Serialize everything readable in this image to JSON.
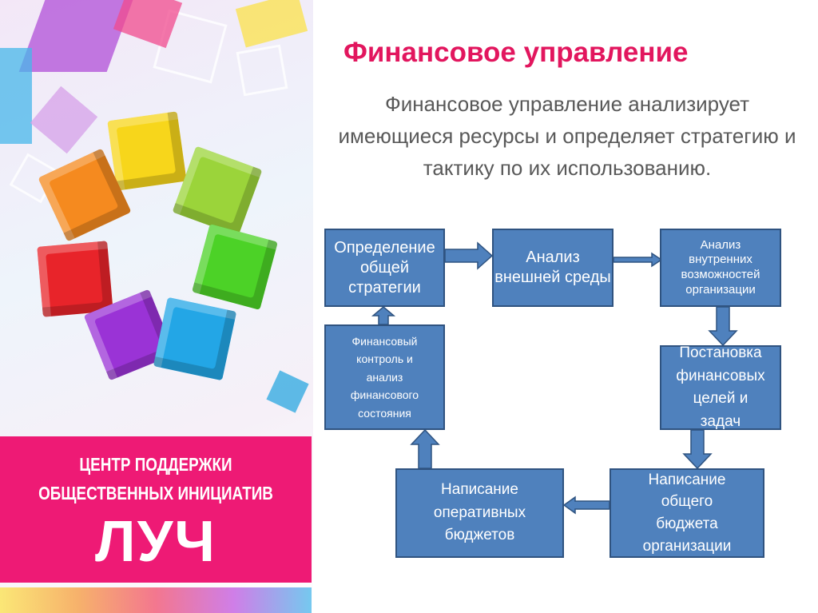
{
  "banner": {
    "line1": "ЦЕНТР ПОДДЕРЖКИ",
    "line2": "ОБЩЕСТВЕННЫХ ИНИЦИАТИВ",
    "logo": "ЛУЧ"
  },
  "slide": {
    "title": "Финансовое управление",
    "lead": "Финансовое управление анализирует имеющиеся ресурсы и определяет стратегию и тактику по их использованию."
  },
  "diagram": {
    "steps": [
      "Определение общей стратегии",
      "Анализ внешней среды",
      "Анализ внутренних возможностей организации",
      "Постановка финансовых целей и задач",
      "Написание общего бюджета организации",
      "Написание оперативных бюджетов",
      "Финансовый контроль и анализ финансового состояния"
    ]
  },
  "colors": {
    "box": "#4f81bd",
    "title": "#e2165e",
    "banner": "#ee1a75"
  }
}
